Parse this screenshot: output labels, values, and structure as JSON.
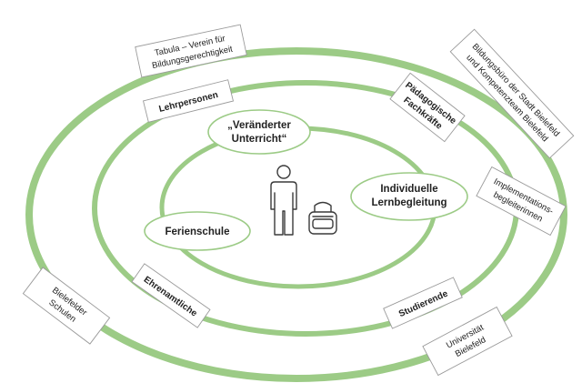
{
  "outer_partners": {
    "tabula": [
      "Tabula – Verein für",
      "Bildungsgerechtigkeit"
    ],
    "bildungsbuero": [
      "Bildungsbüro der Stadt Bielefeld",
      "und Kompetenzteam Bielefeld"
    ],
    "implementation": [
      "Implementations-",
      "begleiterinnen"
    ],
    "schools": [
      "Bielefelder",
      "Schulen"
    ],
    "university": [
      "Universität",
      "Bielefeld"
    ]
  },
  "middle_ring": {
    "teachers": "Lehrpersonen",
    "educators": [
      "Pädagogische",
      "Fachkräfte"
    ],
    "volunteers": "Ehrenamtliche",
    "students": "Studierende"
  },
  "inner_ring": {
    "changed_teaching": [
      "„Veränderter",
      "Unterricht“"
    ],
    "individual_support": [
      "Individuelle",
      "Lernbegleitung"
    ],
    "holiday_school": "Ferienschule"
  },
  "center": {
    "icons": [
      "person-icon",
      "school-bag-icon"
    ]
  },
  "colors": {
    "ring": "#9ccb86",
    "box_border": "#9a9a9a",
    "text": "#222222"
  }
}
